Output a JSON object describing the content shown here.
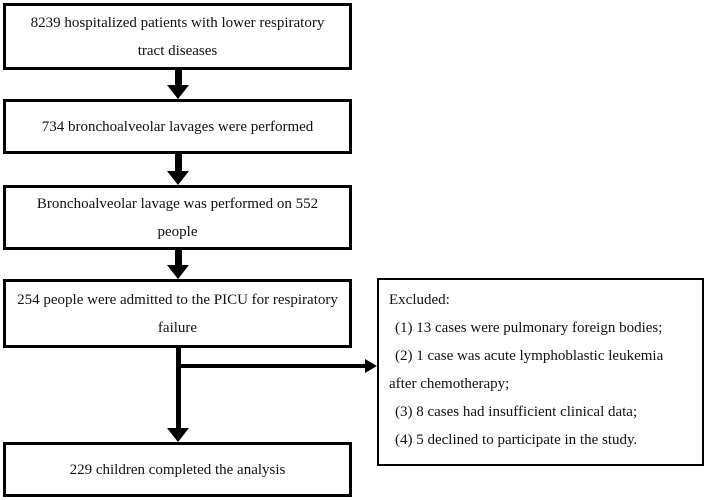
{
  "figure": {
    "type": "flowchart",
    "colors": {
      "line": "#000000",
      "background": "#ffffff",
      "text": "#111111"
    },
    "boxes": [
      {
        "id": "patients",
        "lines": [
          "8239 hospitalized patients with lower respiratory",
          "tract diseases"
        ]
      },
      {
        "id": "lavages",
        "lines": [
          "734 bronchoalveolar lavages were performed"
        ]
      },
      {
        "id": "lavage-people",
        "lines": [
          "Bronchoalveolar lavage was performed on 552",
          "people"
        ]
      },
      {
        "id": "picu",
        "lines": [
          "254 people were admitted to the PICU for respiratory",
          "failure"
        ]
      },
      {
        "id": "excluded",
        "lines": [
          "Excluded:",
          "(1) 13 cases were pulmonary foreign bodies;",
          "(2) 1 case was acute lymphoblastic leukemia",
          "after chemotherapy;",
          "(3) 8 cases had insufficient clinical data;",
          "(4) 5 declined to participate in the study."
        ]
      },
      {
        "id": "analysis",
        "lines": [
          "229 children completed the analysis"
        ]
      }
    ],
    "edges": [
      {
        "from": "patients",
        "to": "lavages",
        "direction": "down"
      },
      {
        "from": "lavages",
        "to": "lavage-people",
        "direction": "down"
      },
      {
        "from": "lavage-people",
        "to": "picu",
        "direction": "down"
      },
      {
        "from": "picu",
        "to": "analysis",
        "direction": "down"
      },
      {
        "from": "picu",
        "to": "excluded",
        "direction": "right"
      }
    ]
  }
}
